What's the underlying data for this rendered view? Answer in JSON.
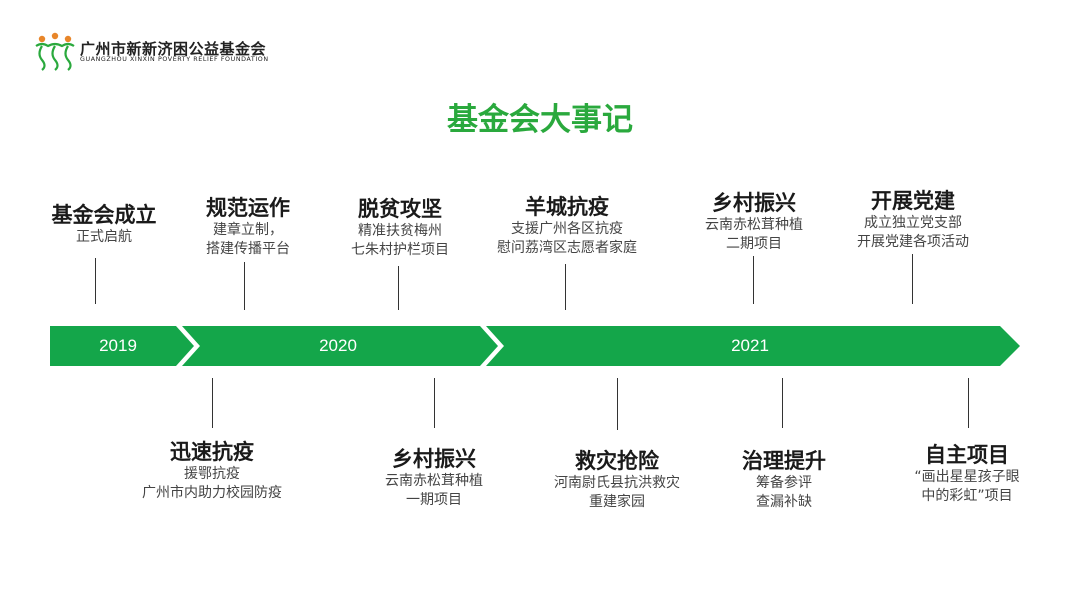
{
  "header": {
    "logo_name_cn": "广州市新新济困公益基金会",
    "logo_name_en": "GUANGZHOU XINXIN POVERTY RELIEF FOUNDATION"
  },
  "title": "基金会大事记",
  "colors": {
    "accent": "#2aa93d",
    "arrow": "#14a64a"
  },
  "timeline": {
    "years": [
      "2019",
      "2020",
      "2021"
    ]
  },
  "events_top": [
    {
      "heading": "基金会成立",
      "lines": [
        "正式启航"
      ]
    },
    {
      "heading": "规范运作",
      "lines": [
        "建章立制，",
        "搭建传播平台"
      ]
    },
    {
      "heading": "脱贫攻坚",
      "lines": [
        "精准扶贫梅州",
        "七朱村护栏项目"
      ]
    },
    {
      "heading": "羊城抗疫",
      "lines": [
        "支援广州各区抗疫",
        "慰问荔湾区志愿者家庭"
      ]
    },
    {
      "heading": "乡村振兴",
      "lines": [
        "云南赤松茸种植",
        "二期项目"
      ]
    },
    {
      "heading": "开展党建",
      "lines": [
        "成立独立党支部",
        "开展党建各项活动"
      ]
    }
  ],
  "events_bottom": [
    {
      "heading": "迅速抗疫",
      "lines": [
        "援鄂抗疫",
        "广州市内助力校园防疫"
      ]
    },
    {
      "heading": "乡村振兴",
      "lines": [
        "云南赤松茸种植",
        "一期项目"
      ]
    },
    {
      "heading": "救灾抢险",
      "lines": [
        "河南尉氏县抗洪救灾",
        "重建家园"
      ]
    },
    {
      "heading": "治理提升",
      "lines": [
        "筹备参评",
        "查漏补缺"
      ]
    },
    {
      "heading": "自主项目",
      "lines": [
        "“画出星星孩子眼",
        "中的彩虹”项目"
      ]
    }
  ]
}
